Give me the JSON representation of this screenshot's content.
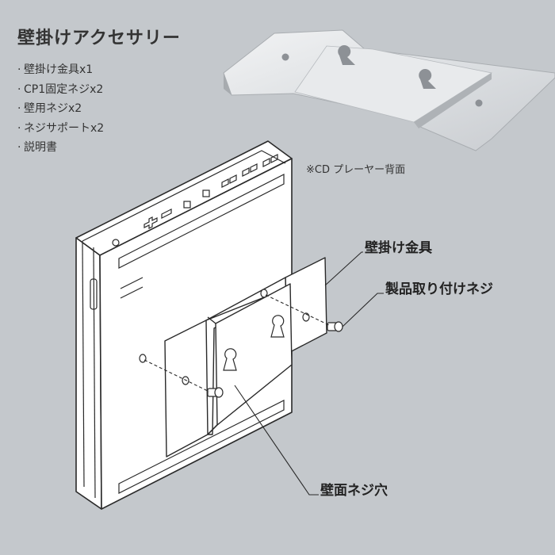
{
  "heading": "壁掛けアクセサリー",
  "contents": [
    "壁掛け金具x1",
    "CP1固定ネジx2",
    "壁用ネジx2",
    "ネジサポートx2",
    "説明書"
  ],
  "photo_note": "※CD プレーヤー背面",
  "callouts": {
    "bracket": "壁掛け金具",
    "screw": "製品取り付けネジ",
    "wall_hole": "壁面ネジ穴"
  },
  "colors": {
    "background": "#c4c8cc",
    "line": "#2a2a2a",
    "device_fill": "#ffffff",
    "bracket_photo": "#e4e6e8"
  }
}
